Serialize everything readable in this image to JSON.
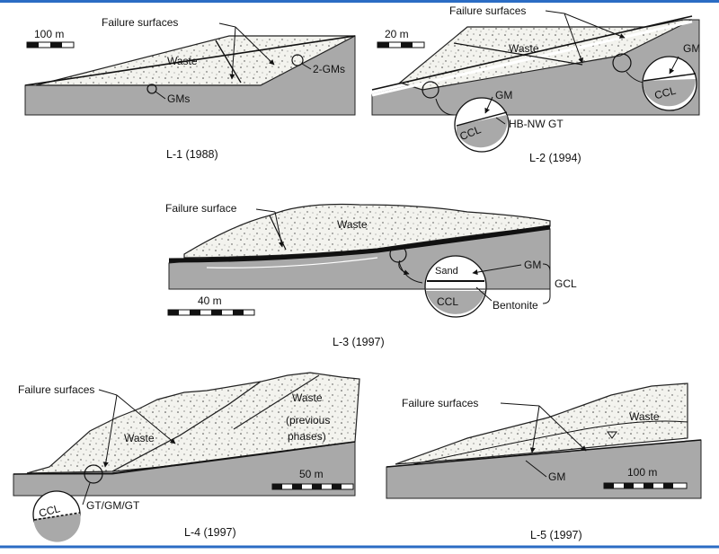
{
  "panels": {
    "l1": {
      "caption": "L-1 (1988)",
      "scale": "100 m",
      "failure": "Failure surfaces",
      "gms": "GMs",
      "two_gms": "2-GMs",
      "waste": "Waste"
    },
    "l2": {
      "caption": "L-2 (1994)",
      "scale": "20 m",
      "failure": "Failure surfaces",
      "waste": "Waste",
      "gm_a": "GM",
      "gm_b": "GM",
      "ccl_a": "CCL",
      "ccl_b": "CCL",
      "hbnw": "HB-NW GT"
    },
    "l3": {
      "caption": "L-3 (1997)",
      "scale": "40 m",
      "failure": "Failure surface",
      "waste": "Waste",
      "sand": "Sand",
      "gm": "GM",
      "gcl": "GCL",
      "ccl": "CCL",
      "bentonite": "Bentonite"
    },
    "l4": {
      "caption": "L-4 (1997)",
      "scale": "50 m",
      "failure": "Failure surfaces",
      "waste": "Waste",
      "waste_prev_1": "Waste",
      "waste_prev_2": "(previous",
      "waste_prev_3": "phases)",
      "ccl": "CCL",
      "liner": "GT/GM/GT"
    },
    "l5": {
      "caption": "L-5 (1997)",
      "scale": "100 m",
      "failure": "Failure surfaces",
      "waste": "Waste",
      "gm": "GM"
    }
  },
  "colors": {
    "frame": "#2b6cc4",
    "ground": "#a9a9a9",
    "waste": "#f3f3ee",
    "liner": "#111111"
  }
}
